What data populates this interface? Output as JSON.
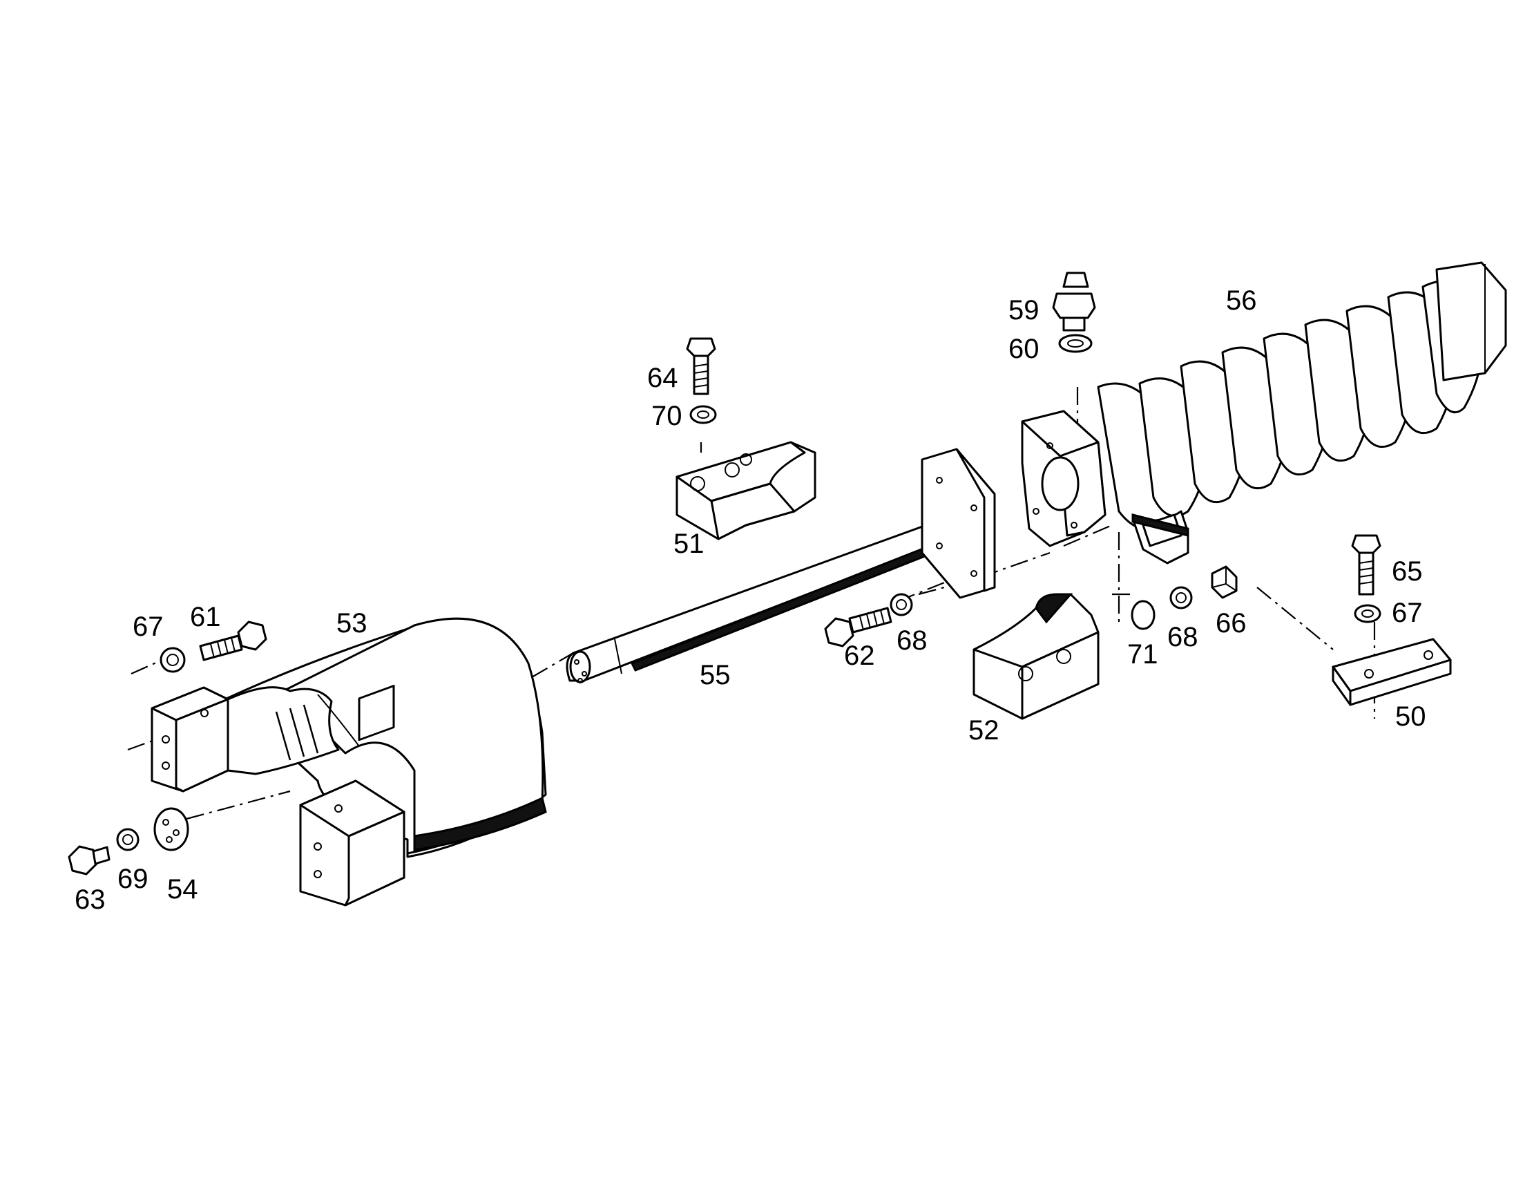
{
  "callouts": [
    {
      "id": "50",
      "label": "50"
    },
    {
      "id": "51",
      "label": "51"
    },
    {
      "id": "52",
      "label": "52"
    },
    {
      "id": "53",
      "label": "53"
    },
    {
      "id": "54",
      "label": "54"
    },
    {
      "id": "55",
      "label": "55"
    },
    {
      "id": "56",
      "label": "56"
    },
    {
      "id": "59",
      "label": "59"
    },
    {
      "id": "60",
      "label": "60"
    },
    {
      "id": "61",
      "label": "61"
    },
    {
      "id": "62",
      "label": "62"
    },
    {
      "id": "63",
      "label": "63"
    },
    {
      "id": "64",
      "label": "64"
    },
    {
      "id": "65",
      "label": "65"
    },
    {
      "id": "66",
      "label": "66"
    },
    {
      "id": "67a",
      "label": "67"
    },
    {
      "id": "67b",
      "label": "67"
    },
    {
      "id": "68a",
      "label": "68"
    },
    {
      "id": "68b",
      "label": "68"
    },
    {
      "id": "69",
      "label": "69"
    },
    {
      "id": "70",
      "label": "70"
    },
    {
      "id": "71",
      "label": "71"
    }
  ]
}
